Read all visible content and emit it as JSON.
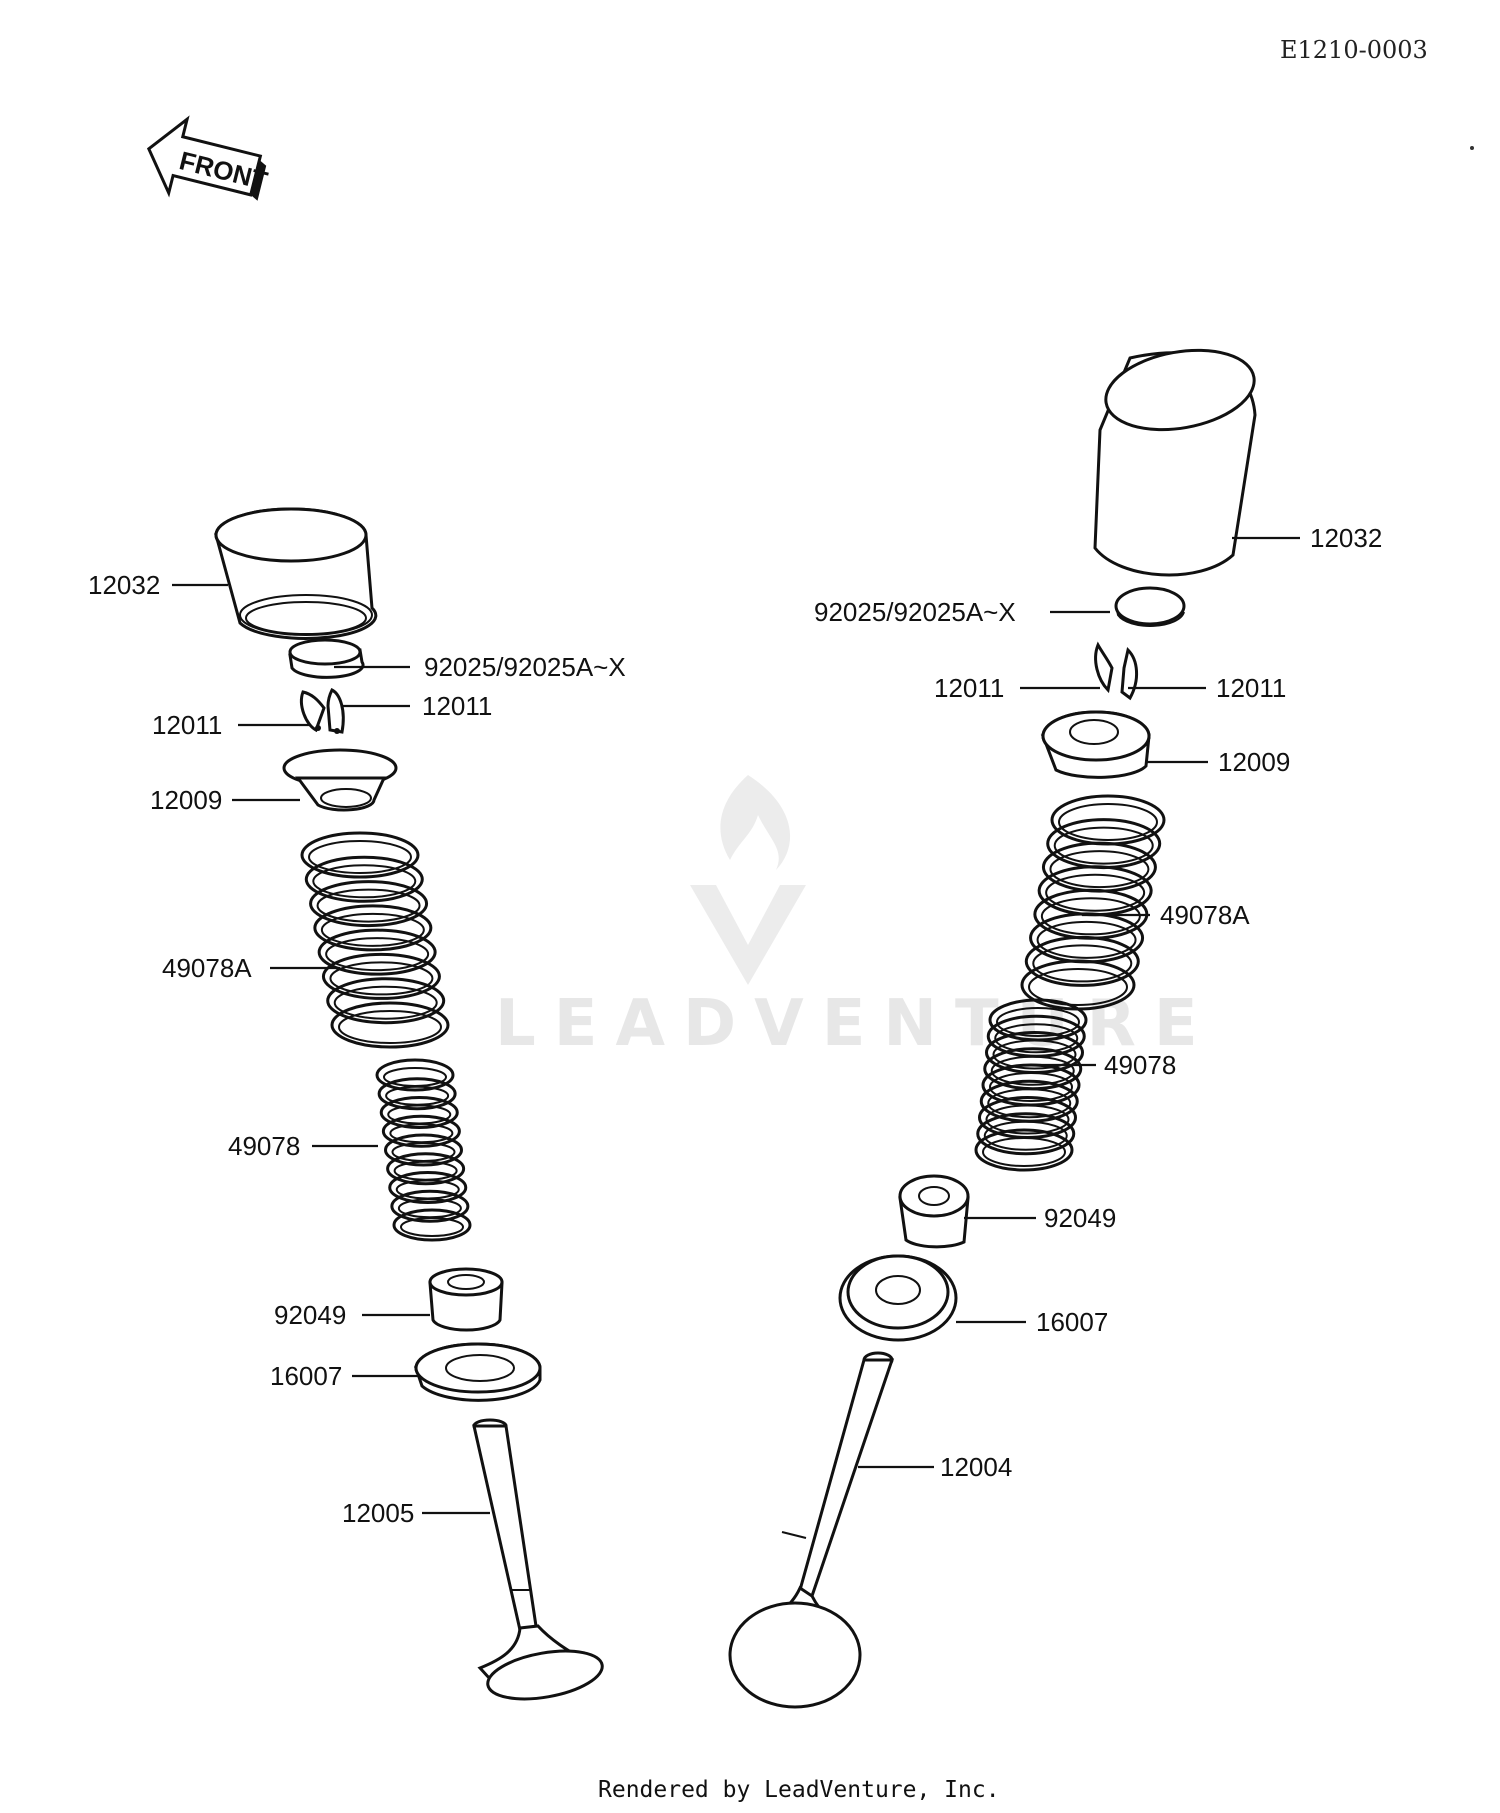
{
  "document_code": "E1210-0003",
  "front_arrow_label": "FRONT",
  "watermark": "LEADVENTURE",
  "footer": "Rendered by LeadVenture, Inc.",
  "left": {
    "tappet": "12032",
    "shim": "92025/92025A~X",
    "cotter_a": "12011",
    "cotter_b": "12011",
    "retainer": "12009",
    "outer_spring": "49078A",
    "inner_spring": "49078",
    "stem_seal": "92049",
    "spring_seat": "16007",
    "valve": "12005"
  },
  "right": {
    "tappet": "12032",
    "shim": "92025/92025A~X",
    "cotter_a": "12011",
    "cotter_b": "12011",
    "retainer": "12009",
    "outer_spring": "49078A",
    "inner_spring": "49078",
    "stem_seal": "92049",
    "spring_seat": "16007",
    "valve": "12004"
  }
}
